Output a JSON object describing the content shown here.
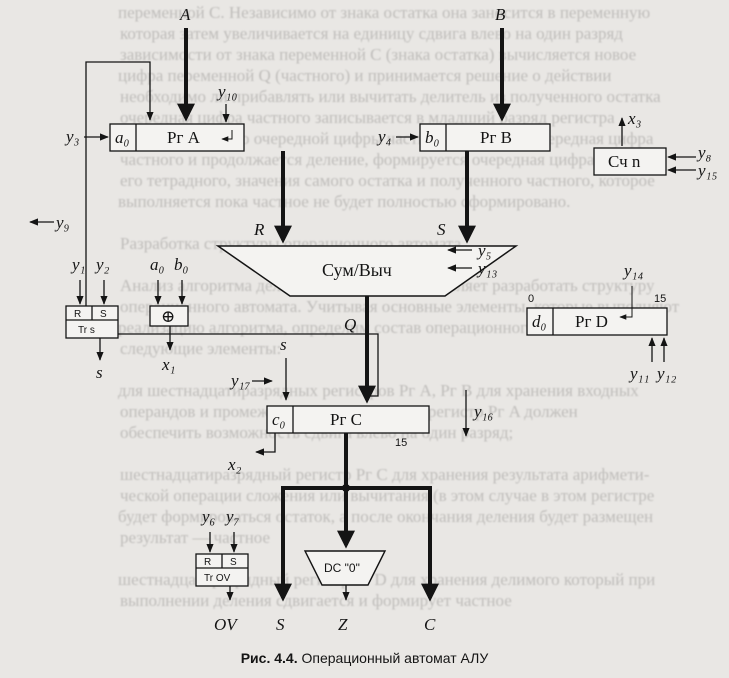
{
  "figure": {
    "caption_number": "Рис. 4.4.",
    "caption_text": "Операционный автомат АЛУ"
  },
  "inputs": {
    "A": "A",
    "B": "B"
  },
  "registers": {
    "rg_a": {
      "flag": "a₀",
      "name": "Рг A"
    },
    "rg_b": {
      "flag": "b₀",
      "name": "Рг B"
    },
    "rg_c": {
      "flag": "c₀",
      "name": "Рг C",
      "bit_high": "15"
    },
    "rg_d": {
      "flag": "d₀",
      "name": "Рг D",
      "bit_low": "0",
      "bit_high": "15"
    },
    "counter": {
      "name": "Сч n"
    }
  },
  "alu": {
    "label": "Сум/Выч",
    "in_left": "R",
    "in_right": "S",
    "out": "Q"
  },
  "controls": {
    "y1": "y₁",
    "y2": "y₂",
    "y3": "y₃",
    "y4": "y₄",
    "y5": "y₅",
    "y6": "y₆",
    "y7": "y₇",
    "y8": "y₈",
    "y9": "y₉",
    "y10": "y₁₀",
    "y11": "y₁₁",
    "y12": "y₁₂",
    "y13": "y₁₃",
    "y14": "y₁₄",
    "y15": "y₁₅",
    "y16": "y₁₆",
    "y17": "y₁₇"
  },
  "outputs": {
    "x1": "x₁",
    "x2": "x₂",
    "x3": "x₃",
    "s_out": "s",
    "OV": "OV",
    "S": "S",
    "Z": "Z",
    "C": "C",
    "s_in": "s"
  },
  "triggers": {
    "tr_s": {
      "r": "R",
      "s": "S",
      "name": "Tr s"
    },
    "tr_ov": {
      "r": "R",
      "s": "S",
      "name": "Tr OV"
    }
  },
  "xor": {
    "in_a": "a₀",
    "in_b": "b₀",
    "symbol": "⊕"
  },
  "decoder": {
    "label": "DC \"0\""
  },
  "background_text": [
    "переменной C. Независимо от знака остатка она заносится в переменную",
    "которая затем увеличивается на единицу сдвига влево на один разряд",
    "зависимости от знака переменной C (знака остатка) вычисляется новое",
    "цифра переменной Q (частного) и принимается решение о действии",
    "необходимо ли прибавлять или вычитать делитель из полученного остатка",
    "очередная цифра частного записывается в младший разряд регистра",
    "при этом на место очередной цифры частного заносится очередная цифра",
    "частного и продолжается деление, формируется очередная цифра частного",
    "его тетрадного, значения самого остатка и полученного частного, которое",
    "выполняется пока частное не будет полностью сформировано.",
    "",
    "Разработка структуры операционного автомата",
    "",
    "Анализ алгоритма деления (см. рис. 4.3) позволяет разработать структуру",
    "операционного автомата. Учитывая основные элементы, которые выполняют",
    "реализацию алгоритма, определим состав операционного автомата как",
    "следующие элементы:",
    "",
    "для шестнадцатиразрядных регистров Рг A, Рг B для хранения входных",
    "операндов и промежуточных результатов; регистр Рг A должен",
    "обеспечить возможность сдвига влево на один разряд;",
    "",
    "шестнадцатиразрядный регистр Рг C для хранения результата арифмети-",
    "ческой операции сложения или вычитания (в этом случае в этом регистре",
    "будет формироваться остаток, а после окончания деления будет размещен",
    "результат — частное",
    "",
    "шестнадцатиразрядный регистр Рг D для хранения делимого который при",
    "выполнении деления сдвигается и формирует частное"
  ]
}
